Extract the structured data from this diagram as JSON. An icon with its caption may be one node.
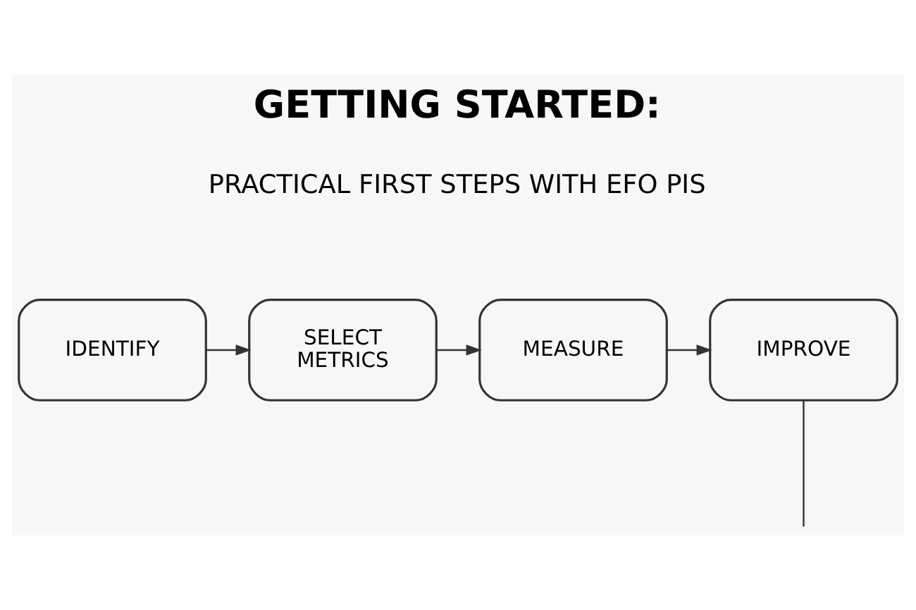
{
  "diagram": {
    "title": "GETTING STARTED:",
    "nodes": [
      {
        "text": [
          "IDENTIFY"
        ]
      },
      {
        "text": [
          "SELECT METRICS"
        ]
      },
      {
        "text": [
          "MEASURE"
        ]
      },
      {
        "text": [
          "IMPROVE"
        ]
      }
    ],
    "edges": [
      {
        "from": 0,
        "to": 1,
        "arrow": "to"
      },
      {
        "from": 1,
        "to": 2,
        "arrow": "to"
      },
      {
        "from": 2,
        "to": 3,
        "arrow": "to"
      },
      {
        "from": 3,
        "to": null,
        "arrow": "none"
      }
    ],
    "labels": [
      "PRACTICAL FIRST STEPS WITH EFO PIS"
    ]
  }
}
